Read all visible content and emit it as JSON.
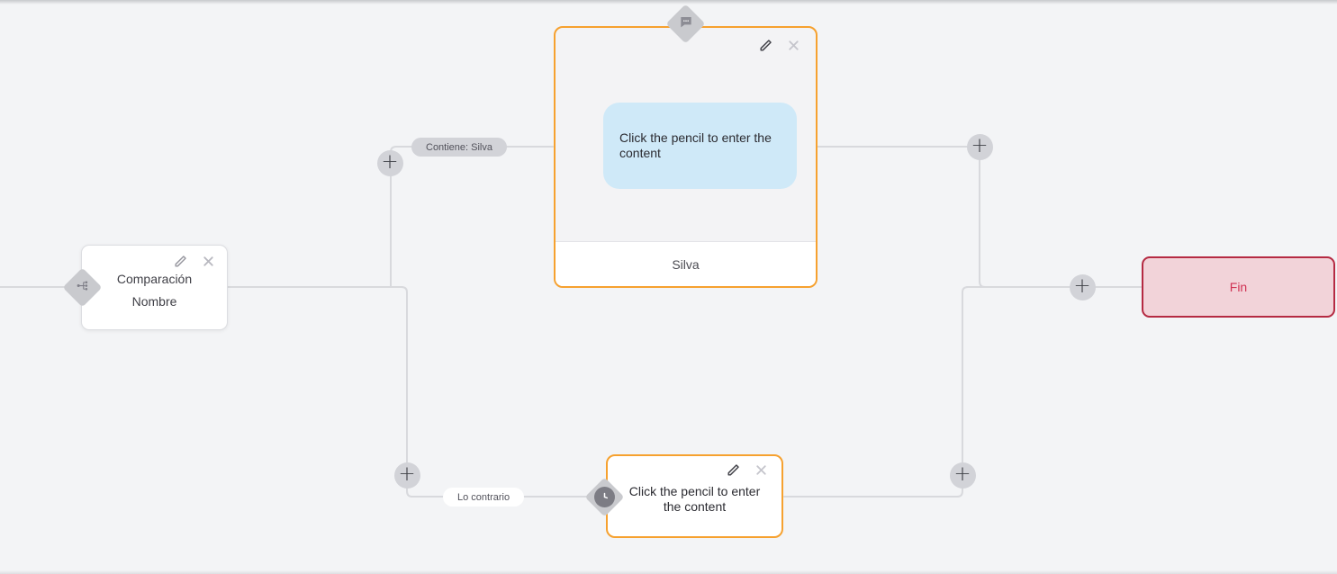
{
  "icons": {
    "plus_glyph": "+"
  },
  "edges": {
    "label_top": "Contiene: Silva",
    "label_bottom": "Lo contrario"
  },
  "condition_node": {
    "line1": "Comparación",
    "line2": "Nombre"
  },
  "message_node": {
    "bubble_text": "Click the pencil to enter the content",
    "footer": "Silva"
  },
  "fallback_node": {
    "text": "Click the pencil to enter the content"
  },
  "end_node": {
    "label": "Fin"
  },
  "colors": {
    "accent_orange": "#f6a12f",
    "edge_line": "#d8d9dd",
    "end_border": "#b52a42",
    "end_bg": "#f2d3d9",
    "end_text": "#d03354",
    "bubble_bg": "#cfe9f8"
  }
}
